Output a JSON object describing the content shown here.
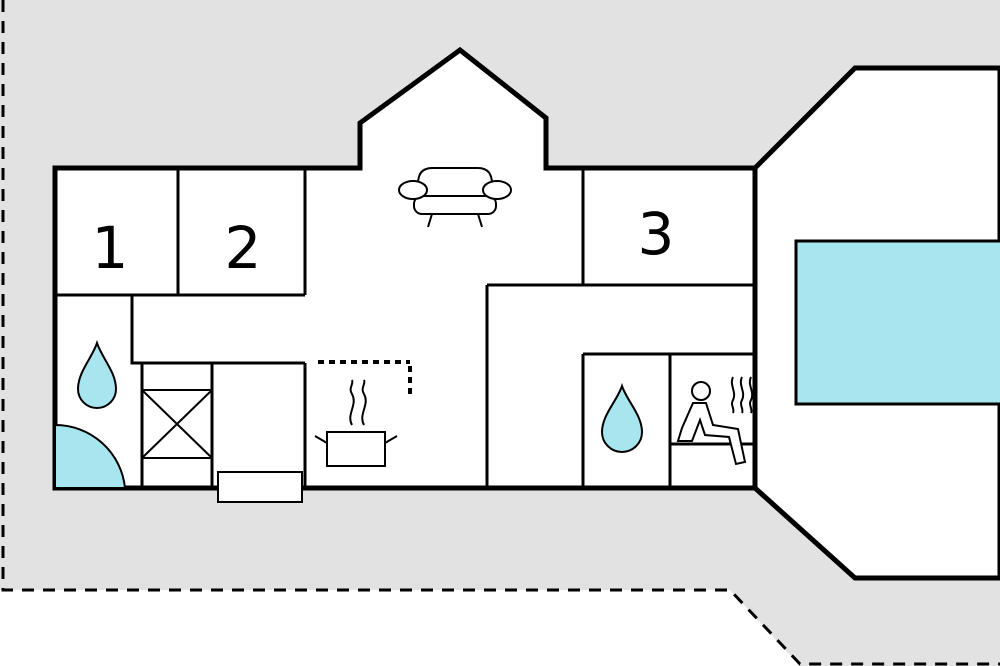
{
  "floorplan": {
    "rooms": [
      {
        "id": "bedroom-1",
        "label": "1"
      },
      {
        "id": "bedroom-2",
        "label": "2"
      },
      {
        "id": "bedroom-3",
        "label": "3"
      }
    ],
    "icons": [
      "sofa-icon",
      "water-drop-icon",
      "shower-icon",
      "stove-icon",
      "cooking-pot-icon",
      "sauna-icon",
      "pool-icon"
    ],
    "colors": {
      "outdoor": "#e2e2e2",
      "interior": "#ffffff",
      "water": "#a8e6ef",
      "walls": "#000000"
    }
  }
}
